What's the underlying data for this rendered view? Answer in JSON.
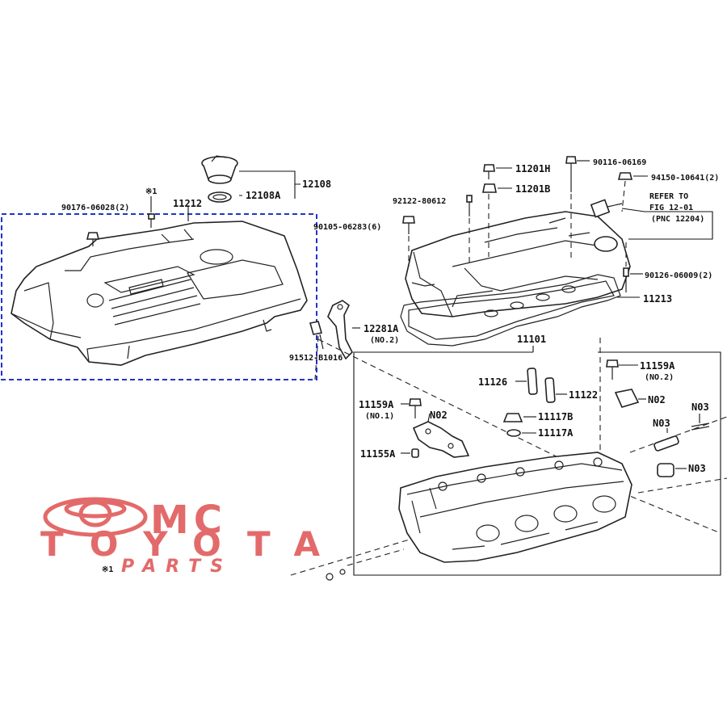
{
  "colors": {
    "selection": "#2233cc",
    "watermark": "#e36a6a",
    "ink": "#222222"
  },
  "parts": {
    "p11212": "11212",
    "p12108": "12108",
    "p12108a": "12108A",
    "p90176": "90176-06028(2)",
    "mark1": "※1",
    "p12281a": "12281A",
    "p12281a_sub": "(NO.2)",
    "p91512": "91512-B1016",
    "p90105": "90105-06283(6)",
    "p92122": "92122-80612",
    "p11201h": "11201H",
    "p11201b": "11201B",
    "p90116": "90116-06169",
    "p94150": "94150-10641(2)",
    "refer1": "REFER TO",
    "refer2": "FIG 12-01",
    "refer3": "(PNC 12204)",
    "p90126": "90126-06009(2)",
    "p11213": "11213",
    "p11101": "11101",
    "p11159a_r": "11159A",
    "p11159a_r_sub": "(NO.2)",
    "p11126": "11126",
    "p11122": "11122",
    "pn02_r": "N02",
    "pn03_a": "N03",
    "pn03_b": "N03",
    "pn03_c": "N03",
    "p11117b": "11117B",
    "p11117a": "11117A",
    "p11159a_l": "11159A",
    "p11159a_l_sub": "(NO.1)",
    "pn02_l": "N02",
    "p11155a": "11155A",
    "mark2": "※1"
  },
  "watermark": {
    "line1": "MC",
    "line2": "TOYOTA",
    "line3": "PARTS"
  }
}
